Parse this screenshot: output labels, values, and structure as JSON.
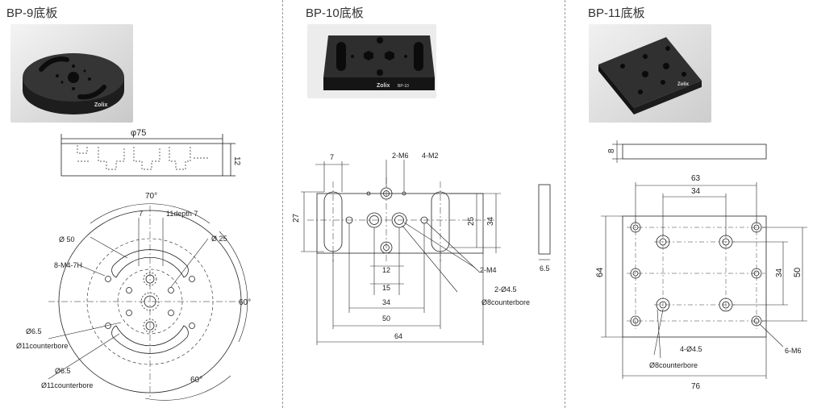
{
  "panels": [
    {
      "title": "BP-9底板",
      "photo_brand": "Zolix",
      "dims": {
        "diameter": "φ75",
        "thickness": "12",
        "angle_top": "70°",
        "slot_width": "7",
        "depth": "11depth 7",
        "d50": "Ø 50",
        "d25": "Ø 25",
        "threads": "8-M4-7H",
        "angle_right": "60°",
        "angle_bottom": "60°",
        "hole1_dia": "Ø6.5",
        "hole1_cb": "Ø11counterbore",
        "hole2_dia": "Ø6.5",
        "hole2_cb": "Ø11counterbore"
      }
    },
    {
      "title": "BP-10底板",
      "photo_brand": "Zolix",
      "photo_model": "BP-10",
      "dims": {
        "slot_w": "7",
        "m6": "2-M6",
        "m2": "4-M2",
        "h27": "27",
        "h25": "25",
        "h34": "34",
        "w12": "12",
        "w15": "15",
        "w34": "34",
        "w50": "50",
        "w64": "64",
        "m4": "2-M4",
        "hole_dia": "2-Ø4.5",
        "cb": "Ø8counterbore",
        "thk": "6.5"
      }
    },
    {
      "title": "BP-11底板",
      "photo_brand": "Zolix",
      "dims": {
        "thk": "8",
        "w63": "63",
        "w34": "34",
        "h64": "64",
        "h34": "34",
        "h50": "50",
        "holes": "4-Ø4.5",
        "cb": "Ø8counterbore",
        "w76": "76",
        "m6": "6-M6"
      }
    }
  ]
}
